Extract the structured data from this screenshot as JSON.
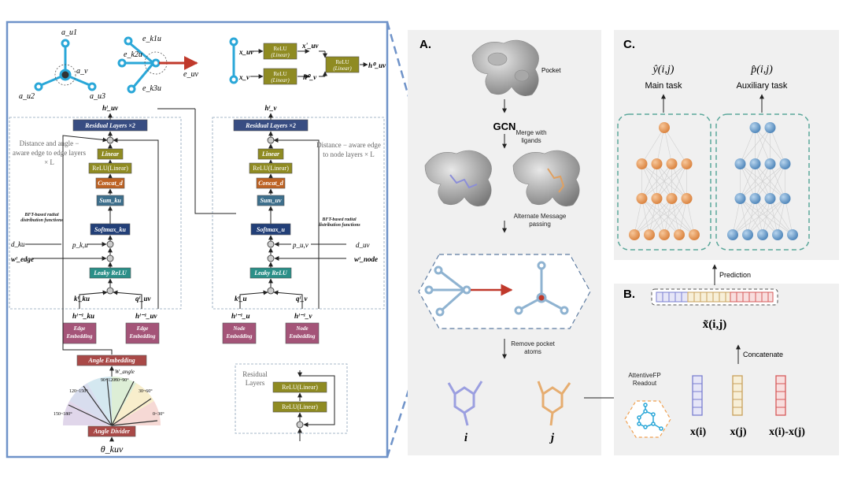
{
  "colors": {
    "frame": "#6f93c9",
    "panel_bg": "#f0f0f0",
    "residual_box": "#384d82",
    "linear_box": "#8f8b22",
    "concat_box": "#bd6223",
    "sum_box": "#3d6f8c",
    "softmax_box": "#223f78",
    "leaky_box": "#2b8f88",
    "embedding_box": "#a45478",
    "angle_box": "#a94947",
    "orange_node": "#e39a5a",
    "blue_node": "#6a9ccb",
    "dashed_teal": "#5aa79a",
    "arrow_red": "#c0392b",
    "cyan": "#2aa7d8"
  },
  "left_panel": {
    "top_icons": {
      "left": {
        "u1": "a_u1",
        "u2": "a_u2",
        "u3": "a_u3",
        "v": "a_v"
      },
      "middle": {
        "k1": "e_k1u",
        "k2": "e_k2u",
        "k3": "e_k3u",
        "out": "e_uv"
      },
      "right": {
        "x_uv": "x_uv",
        "x_v": "x_v",
        "relu1": "ReLU",
        "relu1_sub": "(Linear)",
        "relu2": "ReLU",
        "relu2_sub": "(Linear)",
        "relu3": "ReLU",
        "relu3_sub": "(Linear)",
        "x_uv_prime": "x'_uv",
        "h_v0": "h⁰_v",
        "h_uv0": "h⁰_uv"
      }
    },
    "edge_stack": {
      "output": "hˡ_uv",
      "residual": "Residual Layers  ×2",
      "linear": "Linear",
      "relu": "ReLU(Linear)",
      "concat": "Concat_d",
      "sum": "Sum_ku",
      "softmax": "Softmax_ku",
      "leaky": "Leaky ReLU",
      "side_text": "Distance and angle − aware edge to edge layers × L",
      "bft_text": "BFT-based radial distribution functions",
      "d": "d_ku",
      "w": "wˡ_edge",
      "p": "p_k,u",
      "k": "kˡ_ku",
      "q": "qˡ_uv",
      "h_in1": "hˡ⁻¹_ku",
      "h_in2": "hˡ⁻¹_uv",
      "emb1": "Edge Embedding",
      "emb2": "Edge Embedding",
      "angle_emb": "Angle Embedding",
      "w_angle": "W_angle",
      "angle_div": "Angle Divider",
      "theta": "θ_kuv",
      "angles": [
        "90~120°",
        "60~90°",
        "120~150°",
        "30~60°",
        "150~180°",
        "0~30°"
      ]
    },
    "node_stack": {
      "output": "hˡ_v",
      "residual": "Residual Layers  ×2",
      "linear": "Linear",
      "relu": "ReLU(Linear)",
      "concat": "Concat_d",
      "sum": "Sum_uv",
      "softmax": "Softmax_u",
      "leaky": "Leaky ReLU",
      "side_text": "Distance − aware edge to node layers × L",
      "bft_text": "BFT-based radial distribution functions",
      "d": "d_uv",
      "w": "wˡ_node",
      "p": "p_u,v",
      "k": "kˡ_u",
      "q": "qˡ_v",
      "h_in1": "hˡ⁻¹_u",
      "h_in2": "hˡ⁻¹_v",
      "emb1": "Node Embedding",
      "emb2": "Node Embedding"
    },
    "residual_block": {
      "title": "Residual Layers",
      "relu1": "ReLU(Linear)",
      "relu2": "ReLU(Linear)"
    }
  },
  "panel_a": {
    "label": "A.",
    "pocket": "Pocket",
    "gcn": "GCN",
    "merge": "Merge with ligands",
    "alternate": "Alternate Message passing",
    "remove": "Remove pocket atoms",
    "i": "i",
    "j": "j"
  },
  "panel_b": {
    "label": "B.",
    "prediction": "Prediction",
    "x_tilde": "x̃(i,j)",
    "concatenate": "Concatenate",
    "readout": "AttentiveFP Readout",
    "xi": "x(i)",
    "xj": "x(j)",
    "xdiff": "x(i)-x(j)"
  },
  "panel_c": {
    "label": "C.",
    "y_hat": "ŷ(i,j)",
    "p_hat": "p̂(i,j)",
    "main_task": "Main task",
    "aux_task": "Auxiliary task"
  }
}
